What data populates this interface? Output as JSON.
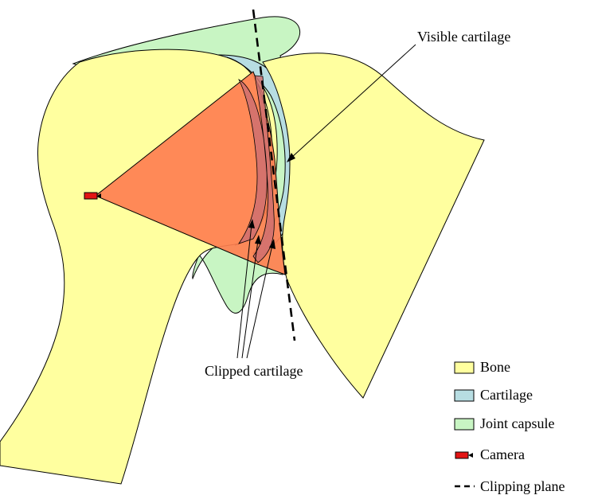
{
  "annotations": {
    "visible_cartilage": "Visible cartilage",
    "clipped_cartilage": "Clipped cartilage"
  },
  "legend": [
    {
      "label": "Bone",
      "color": "#ffff9f"
    },
    {
      "label": "Cartilage",
      "color": "#b7dde2"
    },
    {
      "label": "Joint capsule",
      "color": "#c8f5c3"
    },
    {
      "label": "Camera",
      "color": "#e21414"
    },
    {
      "label": "Clipping plane",
      "color": "#000000"
    }
  ],
  "colors": {
    "bone": "#ffff9f",
    "cartilage": "#b7dde2",
    "capsule": "#c8f5c3",
    "frustum": "#ff7f50",
    "clipped": "#cf7070",
    "camera": "#e21414"
  }
}
